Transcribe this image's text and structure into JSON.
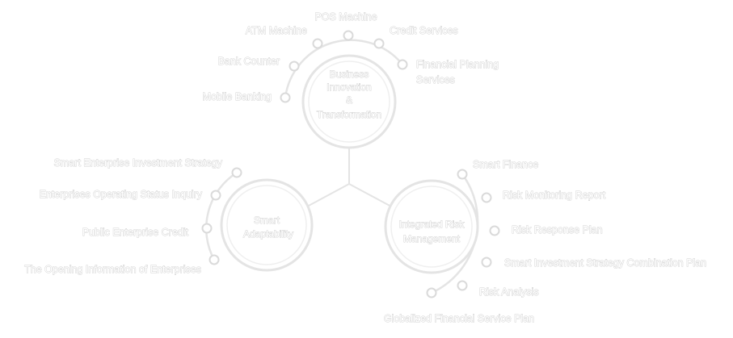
{
  "colors": {
    "line": "#e4e4e4",
    "text_outline": "#cfcfcf",
    "fill": "#ffffff"
  },
  "hubs": {
    "top": {
      "lines": [
        "Business",
        "Innovation",
        "&",
        "Transformation"
      ]
    },
    "left": {
      "lines": [
        "Smart",
        "Adaptability"
      ]
    },
    "right": {
      "lines": [
        "Integrated Risk",
        "Management"
      ]
    }
  },
  "branches": {
    "top": [
      "Mobile Banking",
      "Bank Counter",
      "ATM Machine",
      "POS Machine",
      "Credit Services",
      "Financial Planning Services"
    ],
    "left": [
      "Smart Enterprise Investment Strategy",
      "Enterprises Operating Status Inquiry",
      "Public Enterprise Credit",
      "The Opening Information of Enterprises"
    ],
    "right": [
      "Smart Finance",
      "Risk Monitoring Report",
      "Risk Response Plan",
      "Smart Investment Strategy Combination Plan",
      "Risk Analysis",
      "Globalized  Financial Service Plan"
    ]
  }
}
